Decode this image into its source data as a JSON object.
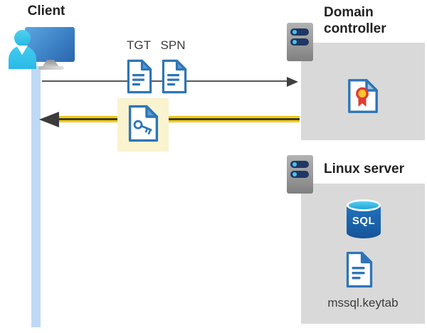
{
  "client": {
    "label": "Client"
  },
  "tickets": {
    "tgt": "TGT",
    "spn": "SPN"
  },
  "domain_controller": {
    "label": "Domain controller"
  },
  "linux_server": {
    "label": "Linux server",
    "sql_badge": "SQL",
    "keytab": "mssql.keytab"
  },
  "colors": {
    "document_blue": "#2e75b6",
    "fold_light_blue": "#5b9bd5",
    "zone_gray": "#d9d9d9",
    "server_slot_navy": "#1f3864",
    "accent_cyan": "#3ac2ea",
    "lifeline_blue": "#bfd9f4",
    "highlight_yellow": "#faf3cf",
    "arrow_yellow": "#ffd500",
    "arrow_dark": "#3f3f3f",
    "request_line_gray": "#595959",
    "certificate_red": "#e03c31",
    "certificate_gold": "#ffc72c",
    "sql_blue": "#1a5da8"
  }
}
